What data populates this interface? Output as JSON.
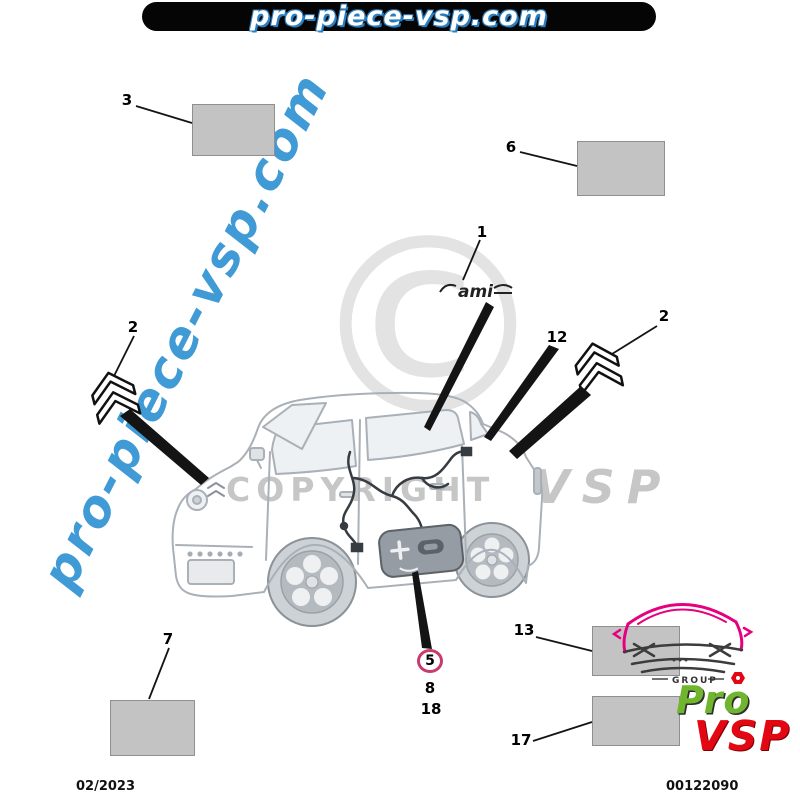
{
  "banner": {
    "text": "pro-piece-vsp.com"
  },
  "watermark": {
    "diagonal": "pro-piece-vsp.com",
    "symbol": "©",
    "copyright": "COPYRIGHT",
    "brand": "VSP"
  },
  "callouts": {
    "c1": "1",
    "c2_left": "2",
    "c2_right": "2",
    "c3": "3",
    "c5": "5",
    "c6": "6",
    "c7": "7",
    "c8": "8",
    "c12": "12",
    "c13": "13",
    "c17": "17",
    "c18": "18"
  },
  "badge": {
    "ami": "ami"
  },
  "brand_logo": {
    "group": "GROUP",
    "pro": "Pro",
    "vsp": "VSP"
  },
  "footer": {
    "date": "02/2023",
    "code": "00122090"
  },
  "colors": {
    "banner_blue": "#2b7fc0",
    "watermark_blue": "#3f9ad5",
    "callout_ring_pink": "#c73b6e",
    "logo_green": "#6fb52e",
    "logo_red": "#e30613",
    "logo_pink": "#e6007e",
    "part_gray": "#c3c3c3"
  }
}
